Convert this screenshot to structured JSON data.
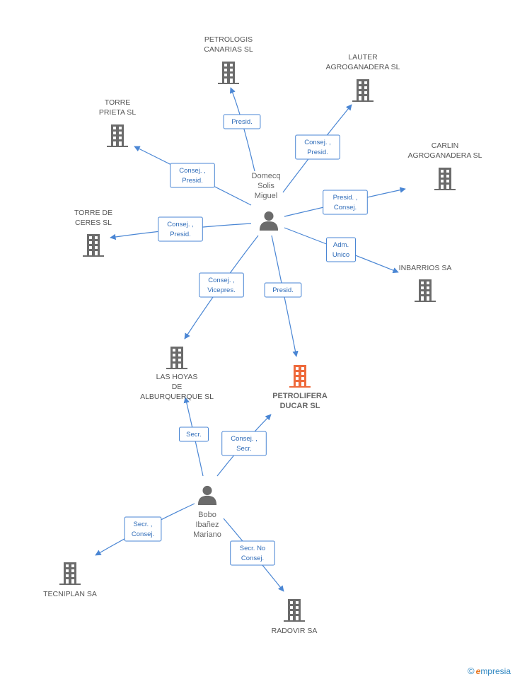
{
  "colors": {
    "company": "#6b6b6b",
    "main_company": "#ee6a3c",
    "person": "#6b6b6b",
    "edge": "#4a86d4",
    "edge_text": "#2e6bb8"
  },
  "companies": [
    {
      "id": "petrologis",
      "label": [
        "PETROLOGIS",
        "CANARIAS SL"
      ],
      "main": false
    },
    {
      "id": "lauter",
      "label": [
        "LAUTER",
        "AGROGANADERA SL"
      ],
      "main": false
    },
    {
      "id": "torre-prieta",
      "label": [
        "TORRE",
        "PRIETA SL"
      ],
      "main": false
    },
    {
      "id": "carlin",
      "label": [
        "CARLIN",
        "AGROGANADERA SL"
      ],
      "main": false
    },
    {
      "id": "torre-ceres",
      "label": [
        "TORRE DE",
        "CERES SL"
      ],
      "main": false
    },
    {
      "id": "inbarrios",
      "label": [
        "INBARRIOS SA"
      ],
      "main": false
    },
    {
      "id": "las-hoyas",
      "label": [
        "LAS HOYAS",
        "DE",
        "ALBURQUERQUE SL"
      ],
      "main": false
    },
    {
      "id": "petrolifera",
      "label": [
        "PETROLIFERA",
        "DUCAR SL"
      ],
      "main": true
    },
    {
      "id": "tecniplan",
      "label": [
        "TECNIPLAN SA"
      ],
      "main": false
    },
    {
      "id": "radovir",
      "label": [
        "RADOVIR SA"
      ],
      "main": false
    }
  ],
  "persons": [
    {
      "id": "domecq",
      "label": [
        "Domecq",
        "Solis",
        "Miguel"
      ]
    },
    {
      "id": "bobo",
      "label": [
        "Bobo",
        "Ibañez",
        "Mariano"
      ]
    }
  ],
  "edges": [
    {
      "from": "domecq",
      "to": "petrologis",
      "label": [
        "Presid."
      ]
    },
    {
      "from": "domecq",
      "to": "lauter",
      "label": [
        "Consej. ,",
        "Presid."
      ]
    },
    {
      "from": "domecq",
      "to": "torre-prieta",
      "label": [
        "Consej. ,",
        "Presid."
      ]
    },
    {
      "from": "domecq",
      "to": "carlin",
      "label": [
        "Presid. ,",
        "Consej."
      ]
    },
    {
      "from": "domecq",
      "to": "torre-ceres",
      "label": [
        "Consej. ,",
        "Presid."
      ]
    },
    {
      "from": "domecq",
      "to": "inbarrios",
      "label": [
        "Adm.",
        "Unico"
      ]
    },
    {
      "from": "domecq",
      "to": "las-hoyas",
      "label": [
        "Consej. ,",
        "Vicepres."
      ]
    },
    {
      "from": "domecq",
      "to": "petrolifera",
      "label": [
        "Presid."
      ]
    },
    {
      "from": "bobo",
      "to": "las-hoyas",
      "label": [
        "Secr."
      ]
    },
    {
      "from": "bobo",
      "to": "petrolifera",
      "label": [
        "Consej. ,",
        "Secr."
      ]
    },
    {
      "from": "bobo",
      "to": "tecniplan",
      "label": [
        "Secr. ,",
        "Consej."
      ]
    },
    {
      "from": "bobo",
      "to": "radovir",
      "label": [
        "Secr.  No",
        "Consej."
      ]
    }
  ],
  "watermark": {
    "copyright": "©",
    "brand_initial": "e",
    "brand_rest": "mpresia"
  }
}
